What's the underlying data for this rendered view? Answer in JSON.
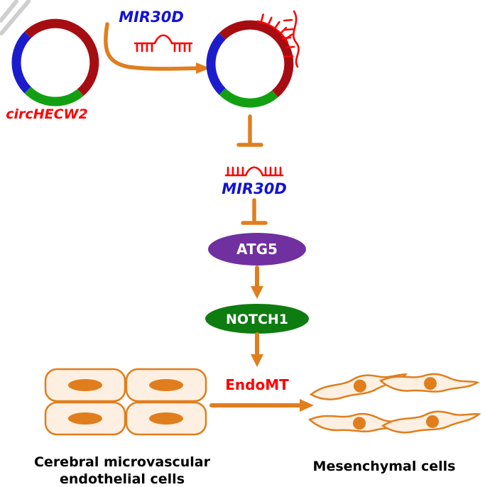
{
  "colors": {
    "orange": "#e07e1e",
    "red": "#fe0000",
    "blue": "#1212d6",
    "segBlue": "#1c1ccc",
    "segRed": "#a50d12",
    "segGreen": "#12a012",
    "purple": "#7030a0",
    "green": "#0e7c10",
    "cellFill": "#fdf0e2",
    "ink": "#000000"
  },
  "top": {
    "mir30d_label": "MIR30D",
    "circ_label": "circHECW2"
  },
  "middle": {
    "mir30d_label": "MIR30D",
    "atg5_label": "ATG5",
    "notch1_label": "NOTCH1",
    "endomt_label": "EndoMT"
  },
  "bottom": {
    "endothelial_label_line1": "Cerebral microvascular",
    "endothelial_label_line2": "endothelial cells",
    "mesenchymal_label": "Mesenchymal cells"
  }
}
